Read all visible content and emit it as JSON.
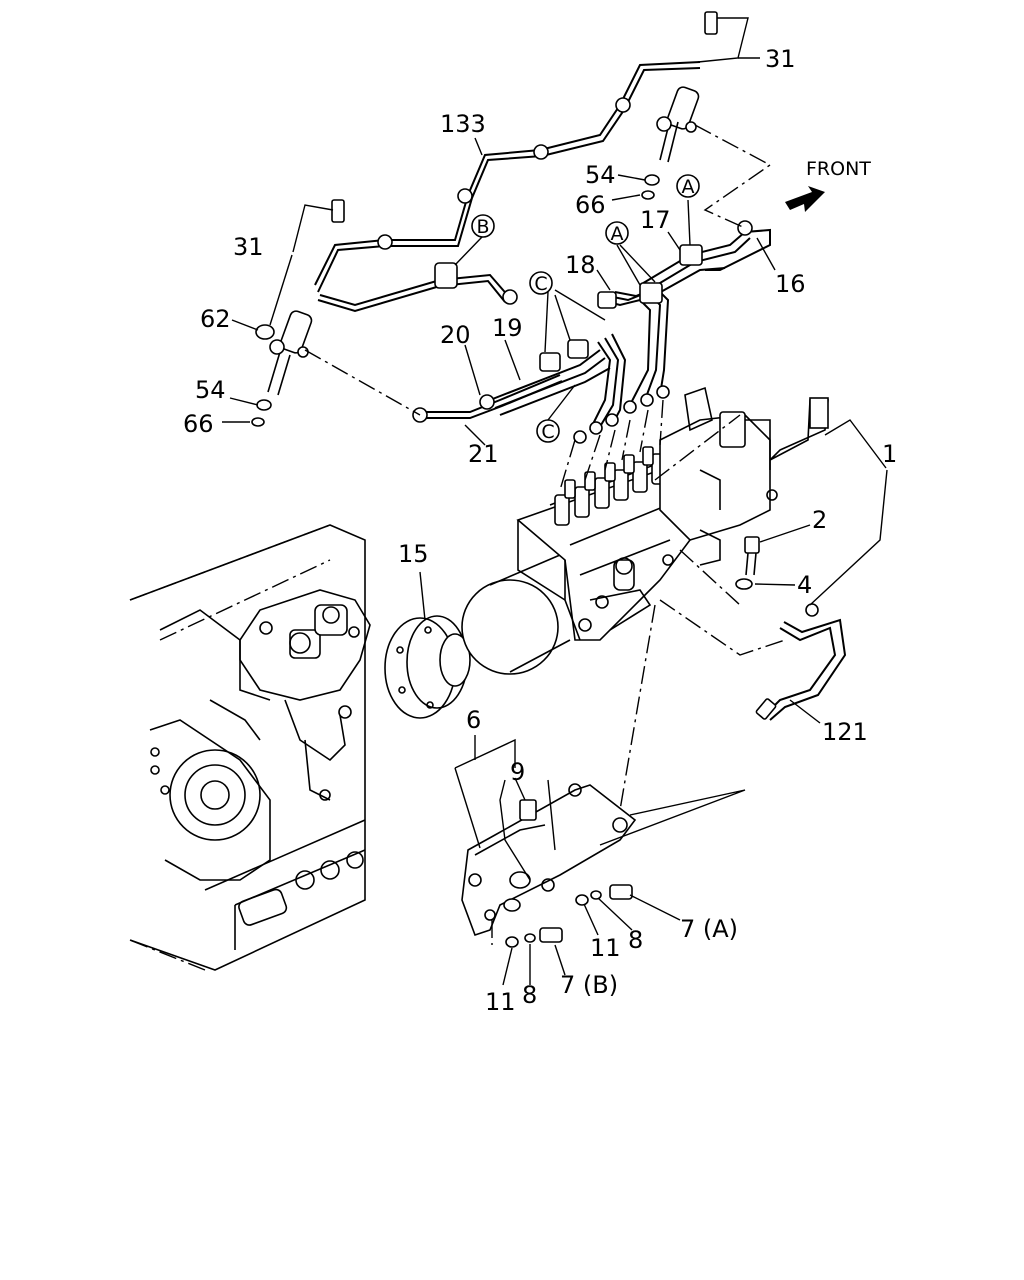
{
  "front_label": "FRONT",
  "callouts": {
    "p31_top": "31",
    "p133": "133",
    "p54_top": "54",
    "p66_top": "66",
    "p17": "17",
    "p18": "18",
    "p16": "16",
    "p31_left": "31",
    "p62": "62",
    "p20": "20",
    "p19": "19",
    "p54_left": "54",
    "p66_left": "66",
    "p21": "21",
    "p1": "1",
    "p2": "2",
    "p4": "4",
    "p15": "15",
    "p121": "121",
    "p6": "6",
    "p9": "9",
    "p7a": "7 (A)",
    "p11_right": "11",
    "p8_right": "8",
    "p11_left": "11",
    "p8_left": "8",
    "p7b": "7 (B)"
  },
  "circle_markers": {
    "a_top": "A",
    "a_mid": "A",
    "b": "B",
    "c_top": "C",
    "c_bottom": "C"
  }
}
